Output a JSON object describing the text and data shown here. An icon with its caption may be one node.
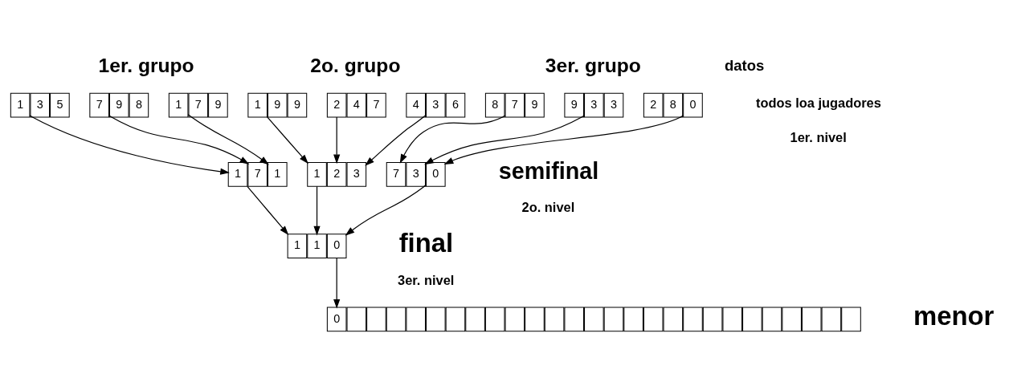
{
  "diagram": {
    "nodes": [
      {
        "text": [
          "1"
        ]
      },
      {
        "text": [
          "3"
        ]
      },
      {
        "text": [
          "5"
        ]
      },
      {
        "text": [
          "7"
        ]
      },
      {
        "text": [
          "9"
        ]
      },
      {
        "text": [
          "8"
        ]
      },
      {
        "text": [
          "1"
        ]
      },
      {
        "text": [
          "7"
        ]
      },
      {
        "text": [
          "9"
        ]
      },
      {
        "text": [
          "1"
        ]
      },
      {
        "text": [
          "9"
        ]
      },
      {
        "text": [
          "9"
        ]
      },
      {
        "text": [
          "2"
        ]
      },
      {
        "text": [
          "4"
        ]
      },
      {
        "text": [
          "7"
        ]
      },
      {
        "text": [
          "4"
        ]
      },
      {
        "text": [
          "3"
        ]
      },
      {
        "text": [
          "6"
        ]
      },
      {
        "text": [
          "8"
        ]
      },
      {
        "text": [
          "7"
        ]
      },
      {
        "text": [
          "9"
        ]
      },
      {
        "text": [
          "9"
        ]
      },
      {
        "text": [
          "3"
        ]
      },
      {
        "text": [
          "3"
        ]
      },
      {
        "text": [
          "2"
        ]
      },
      {
        "text": [
          "8"
        ]
      },
      {
        "text": [
          "0"
        ]
      },
      {
        "text": [
          "1"
        ]
      },
      {
        "text": [
          "7"
        ]
      },
      {
        "text": [
          "1"
        ]
      },
      {
        "text": [
          "1"
        ]
      },
      {
        "text": [
          "2"
        ]
      },
      {
        "text": [
          "3"
        ]
      },
      {
        "text": [
          "7"
        ]
      },
      {
        "text": [
          "3"
        ]
      },
      {
        "text": [
          "0"
        ]
      },
      {
        "text": [
          "1"
        ]
      },
      {
        "text": [
          "1"
        ]
      },
      {
        "text": [
          "0"
        ]
      },
      {
        "text": [
          "0"
        ]
      },
      {
        "text": [],
        "shape": "box"
      },
      {
        "text": [],
        "shape": "box"
      },
      {
        "text": [],
        "shape": "box"
      },
      {
        "text": [],
        "shape": "box"
      },
      {
        "text": [],
        "shape": "box"
      },
      {
        "text": [],
        "shape": "box"
      },
      {
        "text": [],
        "shape": "box"
      },
      {
        "text": [],
        "shape": "box"
      },
      {
        "text": [],
        "shape": "box"
      },
      {
        "text": [],
        "shape": "box"
      },
      {
        "text": [],
        "shape": "box"
      },
      {
        "text": [],
        "shape": "box"
      },
      {
        "text": [],
        "shape": "box"
      },
      {
        "text": [],
        "shape": "box"
      },
      {
        "text": [],
        "shape": "box"
      },
      {
        "text": [],
        "shape": "box"
      },
      {
        "text": [],
        "shape": "box"
      },
      {
        "text": [],
        "shape": "box"
      },
      {
        "text": [],
        "shape": "box"
      },
      {
        "text": [],
        "shape": "box"
      },
      {
        "text": [],
        "shape": "box"
      },
      {
        "text": [],
        "shape": "box"
      },
      {
        "text": [],
        "shape": "box"
      },
      {
        "text": [],
        "shape": "box"
      },
      {
        "text": [],
        "shape": "box"
      },
      {
        "text": [],
        "shape": "box"
      }
    ],
    "edges": [
      {
        "from": 0,
        "to": 27,
        "arrow": "to"
      },
      {
        "from": 3,
        "to": 28,
        "arrow": "to"
      },
      {
        "from": 6,
        "to": 29,
        "arrow": "to"
      },
      {
        "from": 9,
        "to": 30,
        "arrow": "to"
      },
      {
        "from": 12,
        "to": 31,
        "arrow": "to"
      },
      {
        "from": 16,
        "to": 32,
        "arrow": "to"
      },
      {
        "from": 19,
        "to": 33,
        "arrow": "to"
      },
      {
        "from": 22,
        "to": 34,
        "arrow": "to"
      },
      {
        "from": 26,
        "to": 35,
        "arrow": "to"
      },
      {
        "from": 27,
        "to": 36,
        "arrow": "to"
      },
      {
        "from": 30,
        "to": 37,
        "arrow": "to"
      },
      {
        "from": 35,
        "to": 38,
        "arrow": "to"
      },
      {
        "from": 38,
        "to": 39,
        "arrow": "to"
      }
    ],
    "labels": [
      "1er. grupo",
      "2o. grupo",
      "3er. grupo",
      "datos",
      "todos loa jugadores",
      "1er. nivel",
      "semifinal",
      "2o. nivel",
      "final",
      "3er. nivel",
      "menor"
    ]
  }
}
